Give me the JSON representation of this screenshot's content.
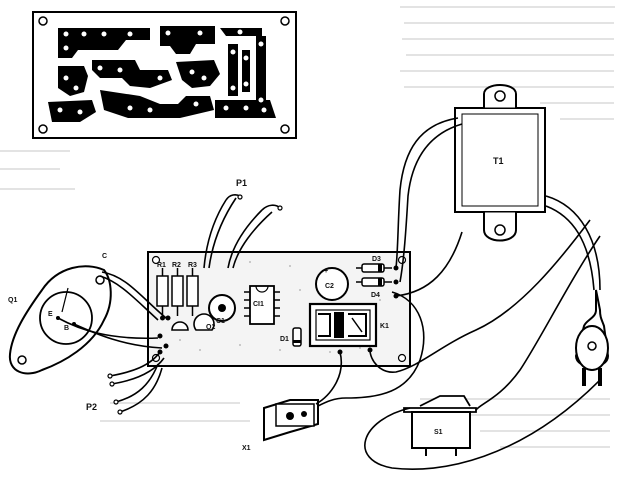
{
  "labels": {
    "q1": "Q1",
    "c": "C",
    "e": "E",
    "b": "B",
    "p1": "P1",
    "p2": "P2",
    "r1": "R1",
    "r2": "R2",
    "r3": "R3",
    "q2": "Q2",
    "c1": "C1",
    "ci1": "CI1",
    "c2": "C2",
    "plus": "+",
    "d1": "D1",
    "d3": "D3",
    "d4": "D4",
    "k1": "K1",
    "t1": "T1",
    "x1": "X1",
    "s1": "S1"
  }
}
